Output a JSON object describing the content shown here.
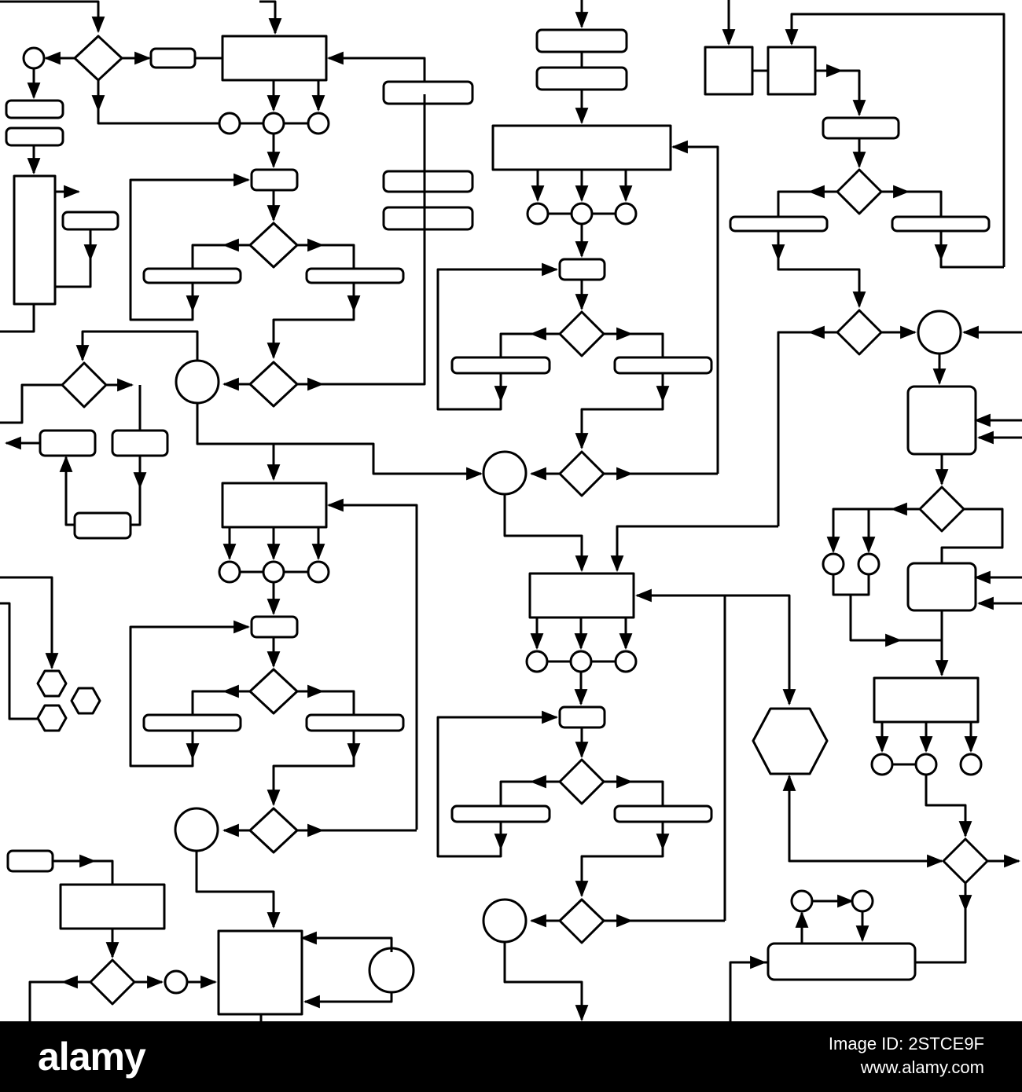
{
  "footer": {
    "brand": "alamy",
    "image_id_line": "Image ID: 2STCE9F",
    "site": "www.alamy.com"
  },
  "colors": {
    "stroke": "#000000",
    "background": "#ffffff",
    "footer_background": "#000000",
    "footer_text": "#ffffff"
  },
  "watermark": "alamy"
}
